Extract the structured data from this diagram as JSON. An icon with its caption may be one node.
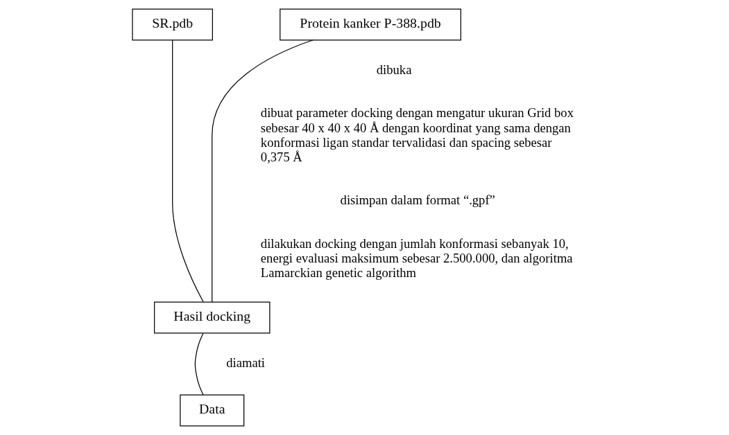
{
  "diagram": {
    "nodes": [
      {
        "text": [
          "SR.pdb"
        ]
      },
      {
        "text": [
          "Protein kanker P-388.pdb"
        ]
      },
      {
        "text": [
          "Hasil docking"
        ]
      },
      {
        "text": [
          "Data"
        ]
      }
    ],
    "edges": [
      {
        "from": 0,
        "to": 2,
        "arrow": "none"
      },
      {
        "from": 1,
        "to": 2,
        "arrow": "none"
      },
      {
        "from": 2,
        "to": 3,
        "arrow": "none"
      }
    ],
    "labels": [
      "dibuka",
      "dibuat parameter docking dengan mengatur ukuran Grid box sebesar 40 x 40 x 40 Å dengan koordinat yang sama dengan konformasi ligan standar tervalidasi dan spacing sebesar 0,375 Å",
      "disimpan dalam format “.gpf”",
      "dilakukan docking dengan jumlah konformasi sebanyak 10, energi evaluasi maksimum sebesar 2.500.000, dan algoritma Lamarckian genetic algorithm",
      "diamati"
    ]
  }
}
